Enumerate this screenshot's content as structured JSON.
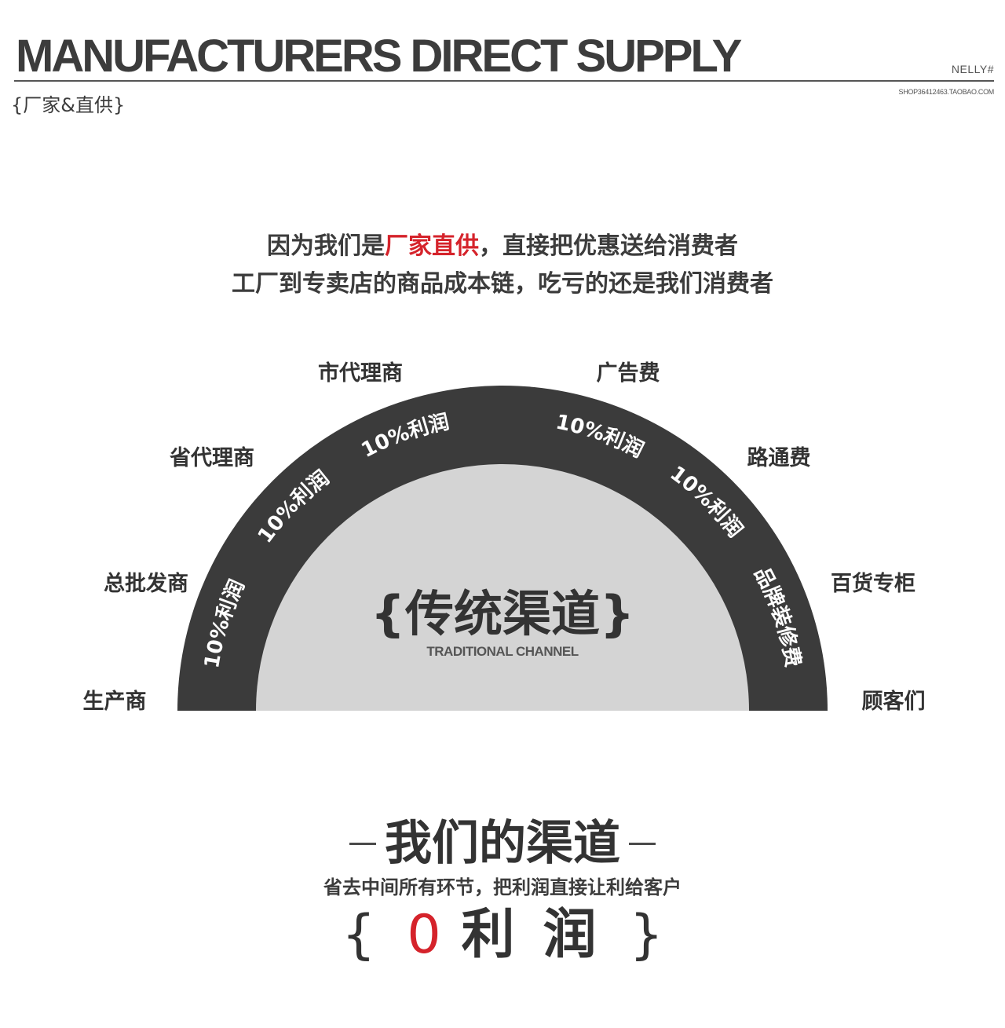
{
  "header": {
    "title": "MANUFACTURERS DIRECT SUPPLY",
    "brand": "NELLY#",
    "shop": "SHOP36412463.TAOBAO.COM",
    "subtitle": "{厂家&直供}"
  },
  "intro": {
    "line1_prefix": "因为我们是",
    "line1_highlight": "厂家直供",
    "line1_suffix": "，直接把优惠送给消费者",
    "line2": "工厂到专卖店的商品成本链，吃亏的还是我们消费者"
  },
  "traditional": {
    "stages": {
      "producer": "生产商",
      "general_wholesaler": "总批发商",
      "provincial_agent": "省代理商",
      "city_agent": "市代理商",
      "advertising": "广告费",
      "road_fees": "路通费",
      "department_store": "百货专柜",
      "customers": "顾客们"
    },
    "arc_labels": {
      "seg1": "10%利润",
      "seg2": "10%利润",
      "seg3": "10%利润",
      "seg4": "10%利润",
      "seg5": "10%利润",
      "seg6": "品牌装修费"
    },
    "center_cn": "{传统渠道}",
    "center_en": "TRADITIONAL CHANNEL",
    "colors": {
      "arc": "#3b3b3b",
      "inner": "#d4d4d4"
    }
  },
  "ours": {
    "title": "我们的渠道",
    "subtitle": "省去中间所有环节，把利润直接让利给客户",
    "brace_open": "{",
    "zero": "0",
    "profit": "利润",
    "brace_close": "}"
  },
  "colors": {
    "accent": "#d5232b",
    "text": "#3c3c3c"
  }
}
